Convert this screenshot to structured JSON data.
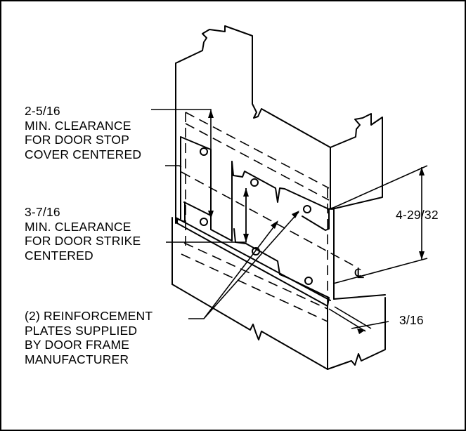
{
  "callouts": {
    "stop_cover": [
      "2-5/16",
      "MIN. CLEARANCE",
      "FOR DOOR STOP",
      "COVER CENTERED"
    ],
    "strike": [
      "3-7/16",
      "MIN. CLEARANCE",
      "FOR DOOR STRIKE",
      "CENTERED"
    ],
    "plates": [
      "(2) REINFORCEMENT",
      "PLATES SUPPLIED",
      "BY DOOR FRAME",
      "MANUFACTURER"
    ]
  },
  "dimensions": {
    "height": "4-29/32",
    "offset": "3/16"
  },
  "centerline_symbol": "℄"
}
